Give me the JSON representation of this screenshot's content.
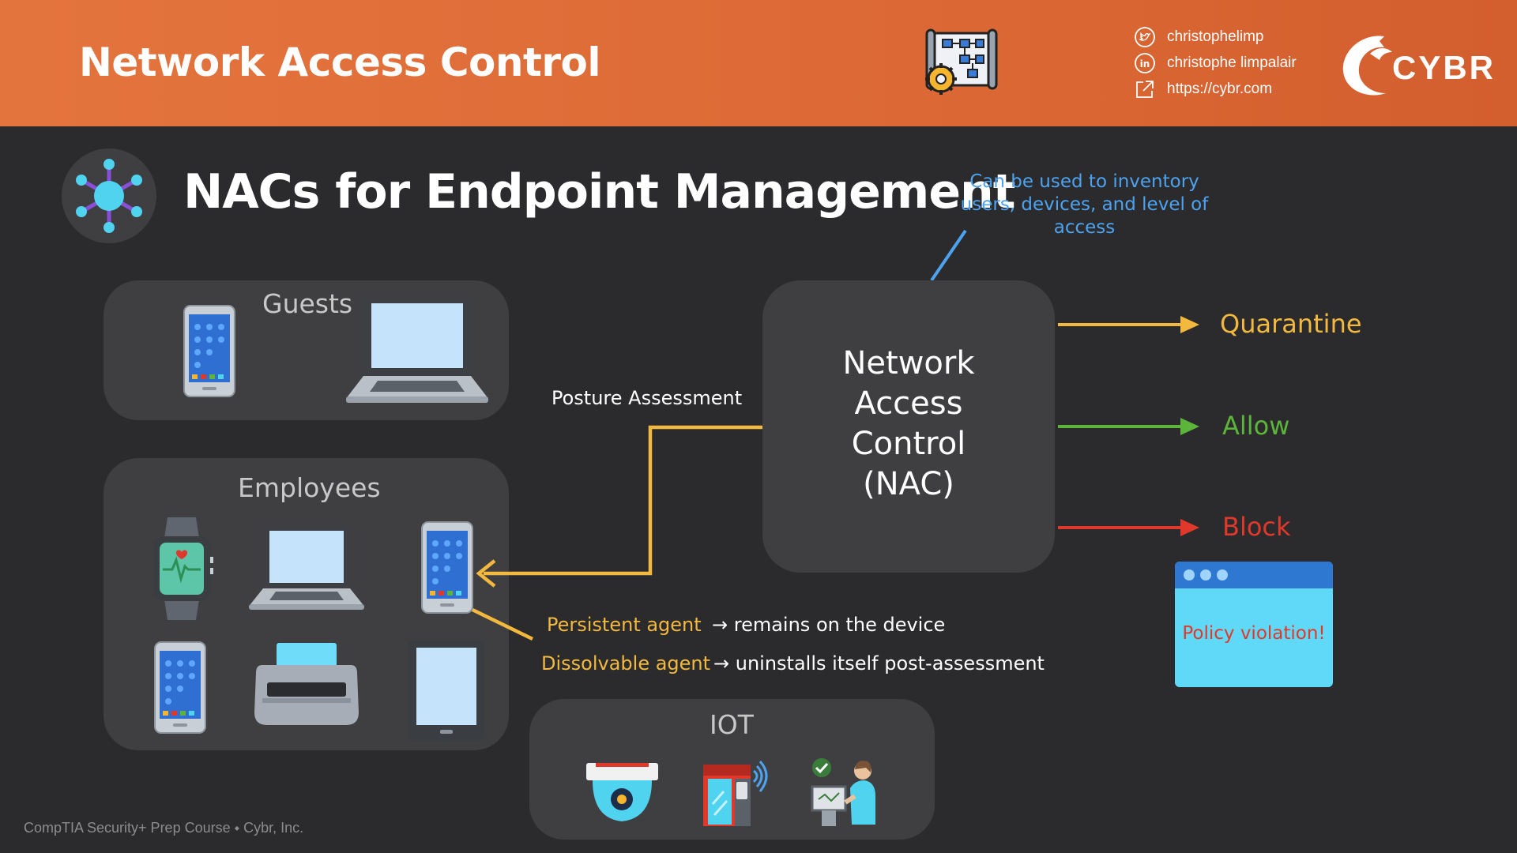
{
  "header": {
    "title": "Network Access Control",
    "social": [
      {
        "icon": "twitter-icon",
        "text": "christophelimp"
      },
      {
        "icon": "linkedin-icon",
        "text": "christophe limpalair"
      },
      {
        "icon": "external-link-icon",
        "text": "https://cybr.com"
      }
    ],
    "logo_text": "CYBR"
  },
  "slide": {
    "title": "NACs for Endpoint Management",
    "inventory_note": "Can be used to inventory users, devices, and level of access"
  },
  "groups": {
    "guests": "Guests",
    "employees": "Employees",
    "iot": "IOT"
  },
  "nac": {
    "lines": [
      "Network",
      "Access",
      "Control",
      "(NAC)"
    ]
  },
  "posture_label": "Posture Assessment",
  "agents": [
    {
      "name": "Persistent agent",
      "desc": "→ remains on the device"
    },
    {
      "name": "Dissolvable agent",
      "desc": "→ uninstalls itself post-assessment"
    }
  ],
  "outcomes": [
    {
      "label": "Quarantine",
      "color": "#f3b93f"
    },
    {
      "label": "Allow",
      "color": "#5cb53a"
    },
    {
      "label": "Block",
      "color": "#e0392b"
    }
  ],
  "popup_text": "Policy violation!",
  "footer": "CompTIA Security+ Prep Course ⬩ Cybr, Inc.",
  "colors": {
    "header_orange": "#e4743e",
    "background": "#2b2b2d",
    "box": "#3f3f41",
    "accent_yellow": "#f3b93f",
    "accent_blue": "#4da3f0"
  }
}
